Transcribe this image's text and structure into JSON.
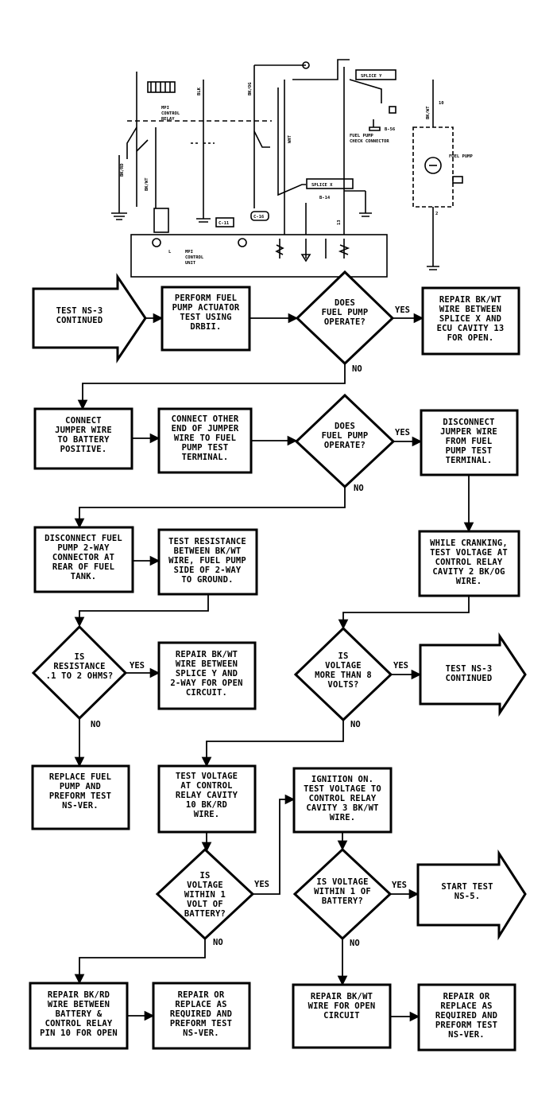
{
  "schematic": {
    "splice_x": "SPLICE X",
    "splice_y": "SPLICE Y",
    "relay_label_1": "MPI",
    "relay_label_2": "CONTROL",
    "relay_label_3": "RELAY",
    "ecu_label_1": "MPI",
    "ecu_label_2": "CONTROL",
    "ecu_label_3": "UNIT",
    "check_conn_1": "FUEL PUMP",
    "check_conn_2": "CHECK CONNECTOR",
    "fuel_pump": "FUEL PUMP",
    "tag_c11": "C-11",
    "tag_c16": "C-16",
    "tag_b56": "B-56",
    "tag_b14": "B-14",
    "w_bk_rd": "BK/RD",
    "w_bk_wt": "BK/WT",
    "w_blk": "BLK",
    "w_bk_og": "BK/OG",
    "w_wt": "WHT",
    "pin_10": "10",
    "pin_2": "2",
    "pin_13": "13",
    "pin_l": "L"
  },
  "nodes": {
    "s1_start": [
      "TEST NS-3",
      "CONTINUED"
    ],
    "s1_action": [
      "PERFORM FUEL",
      "PUMP ACTUATOR",
      "TEST USING",
      "DRBII."
    ],
    "s1_q": [
      "DOES",
      "FUEL PUMP",
      "OPERATE?"
    ],
    "s1_yes": [
      "REPAIR BK/WT",
      "WIRE BETWEEN",
      "SPLICE X AND",
      "ECU CAVITY 13",
      "FOR OPEN."
    ],
    "s2_a1": [
      "CONNECT",
      "JUMPER WIRE",
      "TO BATTERY",
      "POSITIVE."
    ],
    "s2_a2": [
      "CONNECT OTHER",
      "END OF JUMPER",
      "WIRE TO FUEL",
      "PUMP TEST",
      "TERMINAL."
    ],
    "s2_q": [
      "DOES",
      "FUEL PUMP",
      "OPERATE?"
    ],
    "s2_yes": [
      "DISCONNECT",
      "JUMPER WIRE",
      "FROM FUEL",
      "PUMP TEST",
      "TERMINAL."
    ],
    "s3_a1": [
      "DISCONNECT FUEL",
      "PUMP 2-WAY",
      "CONNECTOR AT",
      "REAR OF FUEL",
      "TANK."
    ],
    "s3_a2": [
      "TEST RESISTANCE",
      "BETWEEN BK/WT",
      "WIRE, FUEL PUMP",
      "SIDE OF 2-WAY",
      "TO GROUND."
    ],
    "s3_crank": [
      "WHILE CRANKING,",
      "TEST VOLTAGE AT",
      "CONTROL RELAY",
      "CAVITY 2 BK/OG",
      "WIRE."
    ],
    "s4_q1": [
      "IS",
      "RESISTANCE",
      ".1 TO 2 OHMS?"
    ],
    "s4_repair": [
      "REPAIR BK/WT",
      "WIRE BETWEEN",
      "SPLICE Y AND",
      "2-WAY FOR OPEN",
      "CIRCUIT."
    ],
    "s4_q2": [
      "IS",
      "VOLTAGE",
      "MORE THAN 8",
      "VOLTS?"
    ],
    "s4_end": [
      "TEST NS-3",
      "CONTINUED"
    ],
    "s5_replace": [
      "REPLACE FUEL",
      "PUMP AND",
      "PREFORM TEST",
      "NS-VER."
    ],
    "s5_test10": [
      "TEST VOLTAGE",
      "AT CONTROL",
      "RELAY CAVITY",
      "10 BK/RD",
      "WIRE."
    ],
    "s5_ign": [
      "IGNITION ON.",
      "TEST VOLTAGE TO",
      "CONTROL RELAY",
      "CAVITY 3 BK/WT",
      "WIRE."
    ],
    "s6_q1": [
      "IS",
      "VOLTAGE",
      "WITHIN 1",
      "VOLT OF",
      "BATTERY?"
    ],
    "s6_q2": [
      "IS VOLTAGE",
      "WITHIN 1 OF",
      "BATTERY?"
    ],
    "s6_end": [
      "START TEST",
      "NS-5."
    ],
    "s7_r1": [
      "REPAIR BK/RD",
      "WIRE BETWEEN",
      "BATTERY &",
      "CONTROL RELAY",
      "PIN 10 FOR OPEN"
    ],
    "s7_r2": [
      "REPAIR OR",
      "REPLACE AS",
      "REQUIRED AND",
      "PREFORM TEST",
      "NS-VER."
    ],
    "s7_r3": [
      "REPAIR BK/WT",
      "WIRE FOR OPEN",
      "CIRCUIT"
    ],
    "s7_r4": [
      "REPAIR OR",
      "REPLACE AS",
      "REQUIRED AND",
      "PREFORM TEST",
      "NS-VER."
    ]
  },
  "edge_labels": {
    "yes": "YES",
    "no": "NO"
  }
}
